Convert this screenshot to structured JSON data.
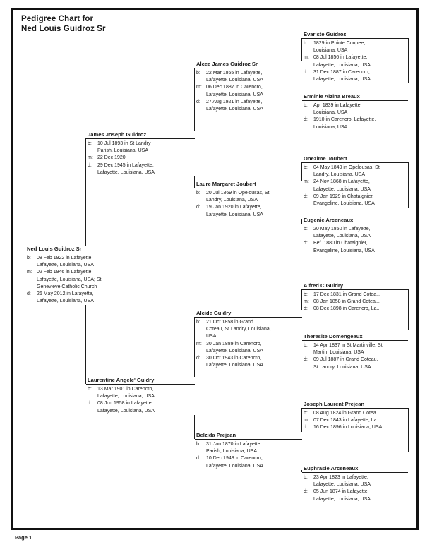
{
  "page": {
    "title_line1": "Pedigree Chart for",
    "title_line2": "Ned Louis Guidroz Sr",
    "footer": "Page 1"
  },
  "people": {
    "ned": {
      "name": "Ned Louis Guidroz Sr",
      "details": [
        {
          "label": "b:",
          "lines": [
            "08 Feb 1922 in Lafayette,",
            "Lafayette, Louisiana, USA"
          ]
        },
        {
          "label": "m:",
          "lines": [
            "02 Feb 1946 in Lafayette,",
            "Lafayette, Louisiana, USA; St",
            "Genevieve Catholic Church"
          ]
        },
        {
          "label": "d:",
          "lines": [
            "26 May 2012 in Lafayette,",
            "Lafayette, Louisiana, USA"
          ]
        }
      ]
    },
    "james": {
      "name": "James Joseph Guidroz",
      "details": [
        {
          "label": "b:",
          "lines": [
            "10 Jul 1893 in St Landry",
            "Parish, Louisiana, USA"
          ]
        },
        {
          "label": "m:",
          "lines": [
            "22 Dec 1920"
          ]
        },
        {
          "label": "d:",
          "lines": [
            "29 Dec 1945 in Lafayette,",
            "Lafayette, Louisiana, USA"
          ]
        }
      ]
    },
    "laurentine": {
      "name": "Laurentine Angele' Guidry",
      "details": [
        {
          "label": "b:",
          "lines": [
            "13 Mar 1901 in Carencro,",
            "Lafayette, Louisiana, USA"
          ]
        },
        {
          "label": "d:",
          "lines": [
            "08 Jun 1958 in Lafayette,",
            "Lafayette, Louisiana, USA"
          ]
        }
      ]
    },
    "alcee": {
      "name": "Alcee James Guidroz Sr",
      "details": [
        {
          "label": "b:",
          "lines": [
            "22 Mar 1865 in Lafayette,",
            "Lafayette, Louisiana, USA"
          ]
        },
        {
          "label": "m:",
          "lines": [
            "06 Dec 1887 in Carencro,",
            "Lafayette, Louisiana, USA"
          ]
        },
        {
          "label": "d:",
          "lines": [
            "27 Aug 1921 in Lafayette,",
            "Lafayette, Louisiana, USA"
          ]
        }
      ]
    },
    "laure": {
      "name": "Laure Margaret Joubert",
      "details": [
        {
          "label": "b:",
          "lines": [
            "20 Jul 1869 in Opelousas, St",
            "Landry, Louisiana, USA"
          ]
        },
        {
          "label": "d:",
          "lines": [
            "19 Jan 1920 in Lafayette,",
            "Lafayette, Louisiana, USA"
          ]
        }
      ]
    },
    "alcide": {
      "name": "Alcide Guidry",
      "details": [
        {
          "label": "b:",
          "lines": [
            "21 Oct 1858 in Grand",
            "Coteau, St Landry, Louisiana,",
            "USA"
          ]
        },
        {
          "label": "m:",
          "lines": [
            "30 Jan 1889 in Carencro,",
            "Lafayette, Louisiana, USA"
          ]
        },
        {
          "label": "d:",
          "lines": [
            "30 Oct 1943 in Carencro,",
            "Lafayette, Louisiana, USA"
          ]
        }
      ]
    },
    "belzida": {
      "name": "Belzida Prejean",
      "details": [
        {
          "label": "b:",
          "lines": [
            "31 Jan 1870 in Lafayette",
            "Parish, Louisiana, USA"
          ]
        },
        {
          "label": "d:",
          "lines": [
            "10 Dec 1948 in Carencro,",
            "Lafayette, Louisiana, USA"
          ]
        }
      ]
    },
    "evariste": {
      "name": "Evariste Guidroz",
      "details": [
        {
          "label": "b:",
          "lines": [
            "1829 in Pointe Coupee,",
            "Louisiana, USA"
          ]
        },
        {
          "label": "m:",
          "lines": [
            "08 Jul 1856 in Lafayette,",
            "Lafayette, Louisiana, USA"
          ]
        },
        {
          "label": "d:",
          "lines": [
            "31 Dec 1887 in Carencro,",
            "Lafayette, Louisiana, USA"
          ]
        }
      ]
    },
    "erminie": {
      "name": "Erminie Alzina Breaux",
      "details": [
        {
          "label": "b:",
          "lines": [
            "Apr 1839 in Lafayette,",
            "Louisiana, USA"
          ]
        },
        {
          "label": "d:",
          "lines": [
            "1910 in Carencro, Lafayette,",
            "Louisiana, USA"
          ]
        }
      ]
    },
    "onezime": {
      "name": "Onezime Joubert",
      "details": [
        {
          "label": "b:",
          "lines": [
            "04 May 1849 in Opelousas, St",
            "Landry, Louisiana, USA"
          ]
        },
        {
          "label": "m:",
          "lines": [
            "24 Nov 1868 in Lafayette,",
            "Lafayette, Louisiana, USA"
          ]
        },
        {
          "label": "d:",
          "lines": [
            "09 Jan 1929 in Chataignier,",
            "Evangeline, Louisiana, USA"
          ]
        }
      ]
    },
    "eugenie": {
      "name": "Eugenie Arceneaux",
      "details": [
        {
          "label": "b:",
          "lines": [
            "20 May 1850 in Lafayette,",
            "Lafayette, Louisiana, USA"
          ]
        },
        {
          "label": "d:",
          "lines": [
            "Bef. 1880 in Chataignier,",
            "Evangeline, Louisiana, USA"
          ]
        }
      ]
    },
    "alfred": {
      "name": "Alfred C Guidry",
      "details": [
        {
          "label": "b:",
          "lines": [
            "17 Dec 1831 in Grand Cotea..."
          ]
        },
        {
          "label": "m:",
          "lines": [
            "08 Jan 1858 in Grand Cotea..."
          ]
        },
        {
          "label": "d:",
          "lines": [
            "08 Dec 1898 in Carencro, La..."
          ]
        }
      ]
    },
    "theresite": {
      "name": "Theresite Domengeaux",
      "details": [
        {
          "label": "b:",
          "lines": [
            "14 Apr 1837 in St Martinville, St",
            "Martin, Louisiana, USA"
          ]
        },
        {
          "label": "d:",
          "lines": [
            "09 Jul 1887 in Grand Coteau,",
            "St Landry, Louisiana, USA"
          ]
        }
      ]
    },
    "joseph": {
      "name": "Joseph Laurent Prejean",
      "details": [
        {
          "label": "b:",
          "lines": [
            "08 Aug 1824 in Grand Cotea..."
          ]
        },
        {
          "label": "m:",
          "lines": [
            "07 Dec 1843 in Lafayette, La..."
          ]
        },
        {
          "label": "d:",
          "lines": [
            "16 Dec 1896 in Louisiana, USA"
          ]
        }
      ]
    },
    "euphrasie": {
      "name": "Euphrasie Arceneaux",
      "details": [
        {
          "label": "b:",
          "lines": [
            "23 Apr 1823 in Lafayette,",
            "Lafayette, Louisiana, USA"
          ]
        },
        {
          "label": "d:",
          "lines": [
            "05 Jun 1874 in Lafayette,",
            "Lafayette, Louisiana, USA"
          ]
        }
      ]
    }
  }
}
